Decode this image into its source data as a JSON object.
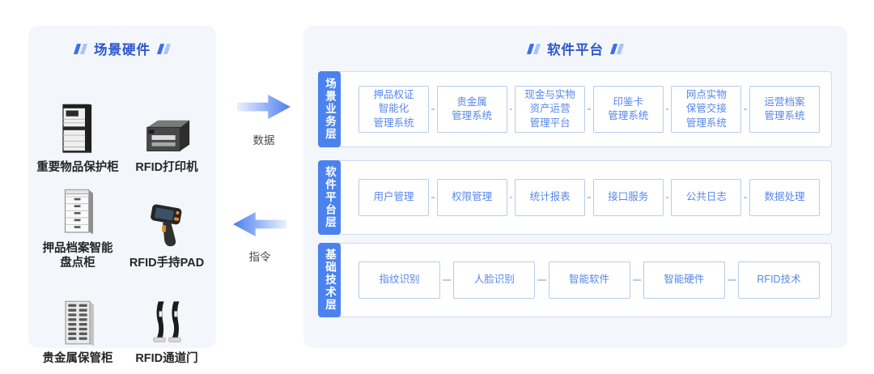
{
  "left_panel": {
    "title": "场景硬件",
    "devices": [
      {
        "label": "重要物品保护柜",
        "icon": "protection-cabinet-icon"
      },
      {
        "label": "RFID打印机",
        "icon": "rfid-printer-icon"
      },
      {
        "label": "押品档案智能\n盘点柜",
        "icon": "inventory-cabinet-icon"
      },
      {
        "label": "RFID手持PAD",
        "icon": "rfid-handheld-pad-icon"
      },
      {
        "label": "贵金属保管柜",
        "icon": "precious-metal-cabinet-icon"
      },
      {
        "label": "RFID通道门",
        "icon": "rfid-gate-icon"
      }
    ]
  },
  "arrows": {
    "data_label": "数据",
    "command_label": "指令"
  },
  "right_panel": {
    "title": "软件平台",
    "layers": [
      {
        "name": "场景业务层",
        "boxes": [
          "押品权证\n智能化\n管理系统",
          "贵金属\n管理系统",
          "现金与实物\n资产运营\n管理平台",
          "印鉴卡\n管理系统",
          "网点实物\n保管交接\n管理系统",
          "运营档案\n管理系统"
        ]
      },
      {
        "name": "软件平台层",
        "boxes": [
          "用户管理",
          "权限管理",
          "统计报表",
          "接口服务",
          "公共日志",
          "数据处理"
        ]
      },
      {
        "name": "基础技术层",
        "boxes": [
          "指纹识别",
          "人脸识别",
          "智能软件",
          "智能硬件",
          "RFID技术"
        ]
      }
    ]
  },
  "colors": {
    "accent_blue": "#4b82ef",
    "title_blue": "#2e56cf",
    "box_text_blue": "#5787e9",
    "box_border": "#b9cbec",
    "panel_background": "#f3f6fb",
    "arrow_blue": "#4b7ef2"
  }
}
